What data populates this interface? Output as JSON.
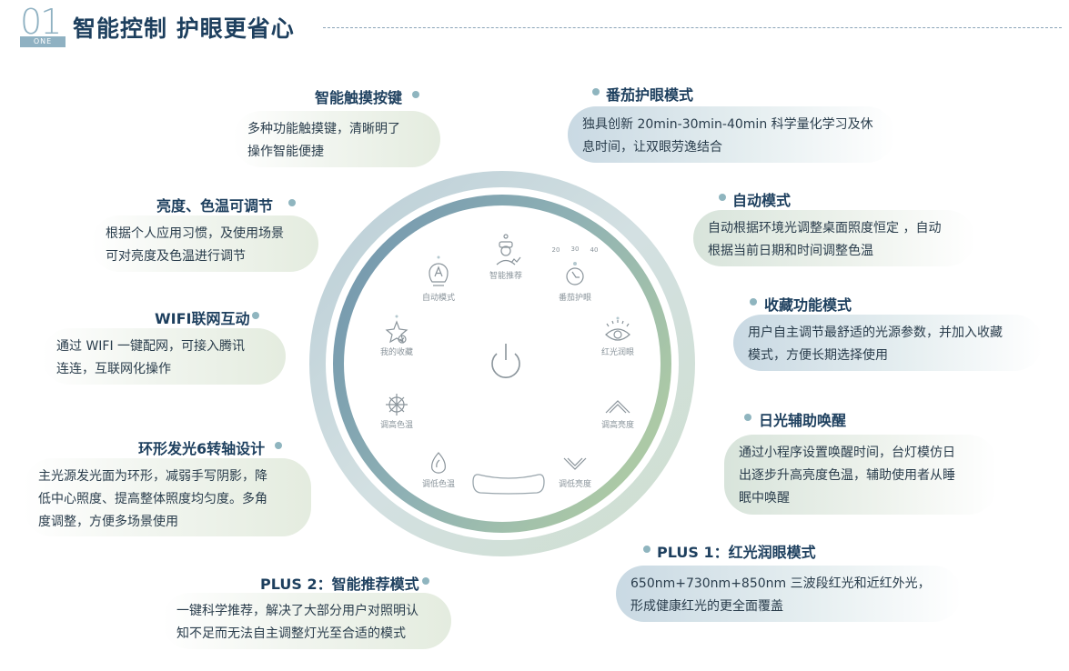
{
  "header": {
    "number": "01",
    "tag": "ONE",
    "title": "智能控制 护眼更省心"
  },
  "colors": {
    "title": "#1d3f5e",
    "accent": "#8fb5bf",
    "ring_outer": "#c9d9df",
    "ring_inner_start": "#6e95ad",
    "ring_inner_end": "#a9c7a5"
  },
  "features_left": [
    {
      "title": "智能触摸按键",
      "lines": [
        "多种功能触摸键，清晰明了",
        "操作智能便捷"
      ]
    },
    {
      "title": "亮度、色温可调节",
      "lines": [
        "根据个人应用习惯，及使用场景",
        "可对亮度及色温进行调节"
      ]
    },
    {
      "title": "WIFI联网互动",
      "lines": [
        "通过  WIFI  一键配网，可接入腾讯",
        "连连，互联网化操作"
      ]
    },
    {
      "title": "环形发光6转轴设计",
      "lines": [
        "主光源发光面为环形，减弱手写阴影，降",
        "低中心照度、提高整体照度均匀度。多角",
        "度调整，方便多场景使用"
      ]
    },
    {
      "title": "PLUS 2：智能推荐模式",
      "lines": [
        "一键科学推荐，解决了大部分用户对照明认",
        "知不足而无法自主调整灯光至合适的模式"
      ]
    }
  ],
  "features_right": [
    {
      "title": "番茄护眼模式",
      "lines": [
        "独具创新 20min-30min-40min 科学量化学习及休",
        "息时间，让双眼劳逸结合"
      ]
    },
    {
      "title": "自动模式",
      "lines": [
        "自动根据环境光调整桌面照度恒定 ，自动",
        "根据当前日期和时间调整色温"
      ]
    },
    {
      "title": "收藏功能模式",
      "lines": [
        "用户自主调节最舒适的光源参数，并加入收藏",
        "模式，方便长期选择使用"
      ]
    },
    {
      "title": "日光辅助唤醒",
      "lines": [
        "通过小程序设置唤醒时间，台灯模仿日",
        "出逐步升高亮度色温，辅助使用者从睡",
        "眠中唤醒"
      ]
    },
    {
      "title": "PLUS 1：红光润眼模式",
      "lines": [
        "650nm+730nm+850nm  三波段红光和近红外光，",
        "形成健康红光的更全面覆盖"
      ]
    }
  ],
  "device": {
    "buttons": [
      {
        "label": "智能推荐",
        "icon": "smart-recommend-icon"
      },
      {
        "label": "番茄护眼",
        "icon": "tomato-timer-icon"
      },
      {
        "label": "红光润眼",
        "icon": "red-light-eye-icon"
      },
      {
        "label": "调高亮度",
        "icon": "brightness-up-icon"
      },
      {
        "label": "调低亮度",
        "icon": "brightness-down-icon"
      },
      {
        "label": "调低色温",
        "icon": "color-temp-down-icon"
      },
      {
        "label": "调高色温",
        "icon": "color-temp-up-icon"
      },
      {
        "label": "我的收藏",
        "icon": "favorite-star-icon"
      },
      {
        "label": "自动模式",
        "icon": "auto-mode-bulb-icon"
      }
    ],
    "timer_marks": [
      "20",
      "30",
      "40"
    ],
    "center": "power-icon"
  }
}
